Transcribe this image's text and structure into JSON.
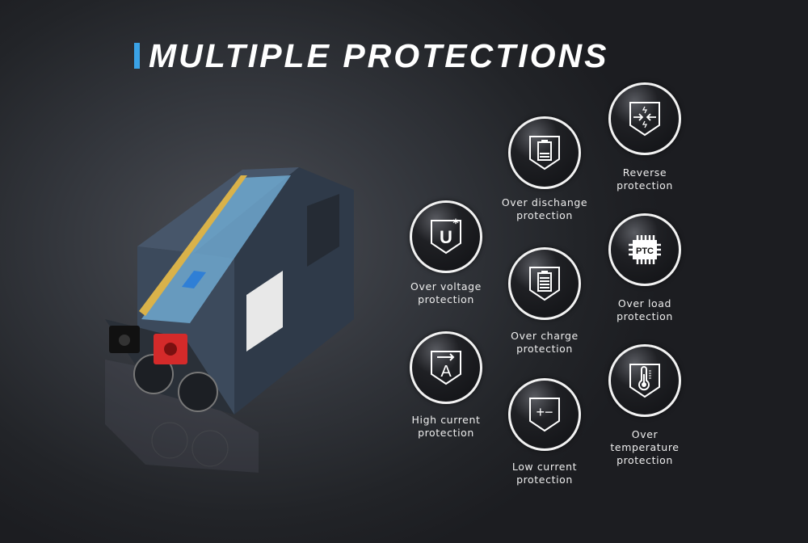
{
  "header": {
    "title": "MULTIPLE PROTECTIONS",
    "accent_color": "#3aa2e6"
  },
  "protections": [
    {
      "icon": "over-voltage-shield-icon",
      "label_lines": [
        "Over voltage",
        "protection"
      ]
    },
    {
      "icon": "over-discharge-battery-shield-icon",
      "label_lines": [
        "Over dischange",
        "protection"
      ]
    },
    {
      "icon": "reverse-arrows-shield-icon",
      "label_lines": [
        "Reverse",
        "protection"
      ]
    },
    {
      "icon": "ptc-chip-icon",
      "label_lines": [
        "Over load",
        "protection"
      ]
    },
    {
      "icon": "over-charge-battery-shield-icon",
      "label_lines": [
        "Over charge",
        "protection"
      ]
    },
    {
      "icon": "high-current-ampere-shield-icon",
      "label_lines": [
        "High current",
        "protection"
      ]
    },
    {
      "icon": "low-current-plus-minus-shield-icon",
      "label_lines": [
        "Low current",
        "protection"
      ]
    },
    {
      "icon": "thermometer-shield-icon",
      "label_lines": [
        "Over",
        "temperature",
        "protection"
      ]
    }
  ],
  "icon_text": {
    "voltage": "U",
    "current": "A",
    "ptc": "PTC",
    "plus_minus": "+−"
  }
}
